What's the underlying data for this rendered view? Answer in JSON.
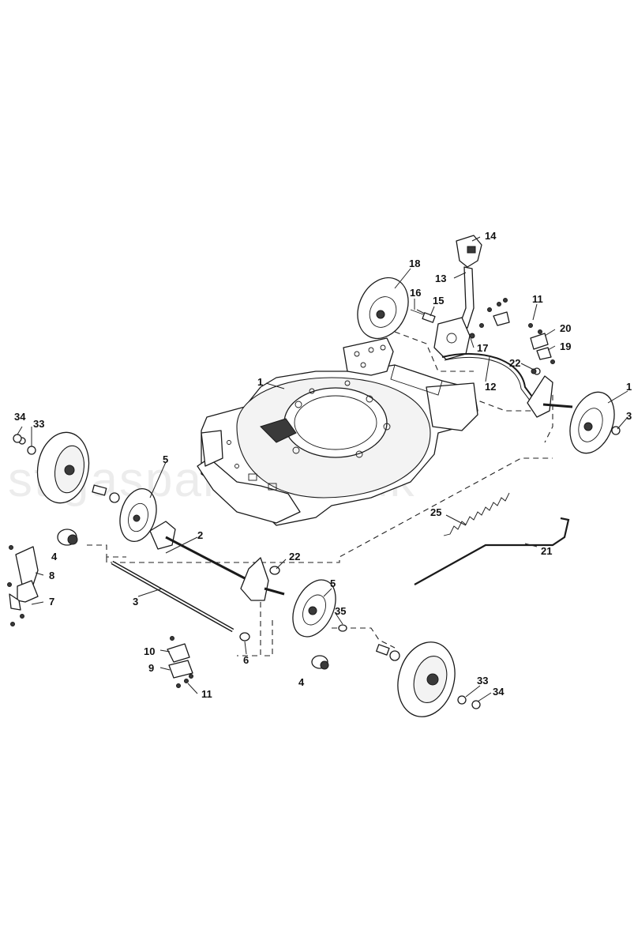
{
  "watermark": "stigaspares.co.uk",
  "callouts": [
    "1",
    "1",
    "2",
    "3",
    "3",
    "4",
    "4",
    "5",
    "5",
    "6",
    "7",
    "8",
    "9",
    "10",
    "11",
    "11",
    "12",
    "13",
    "14",
    "15",
    "16",
    "17",
    "18",
    "19",
    "20",
    "21",
    "22",
    "22",
    "25",
    "33",
    "33",
    "34",
    "34",
    "35"
  ]
}
